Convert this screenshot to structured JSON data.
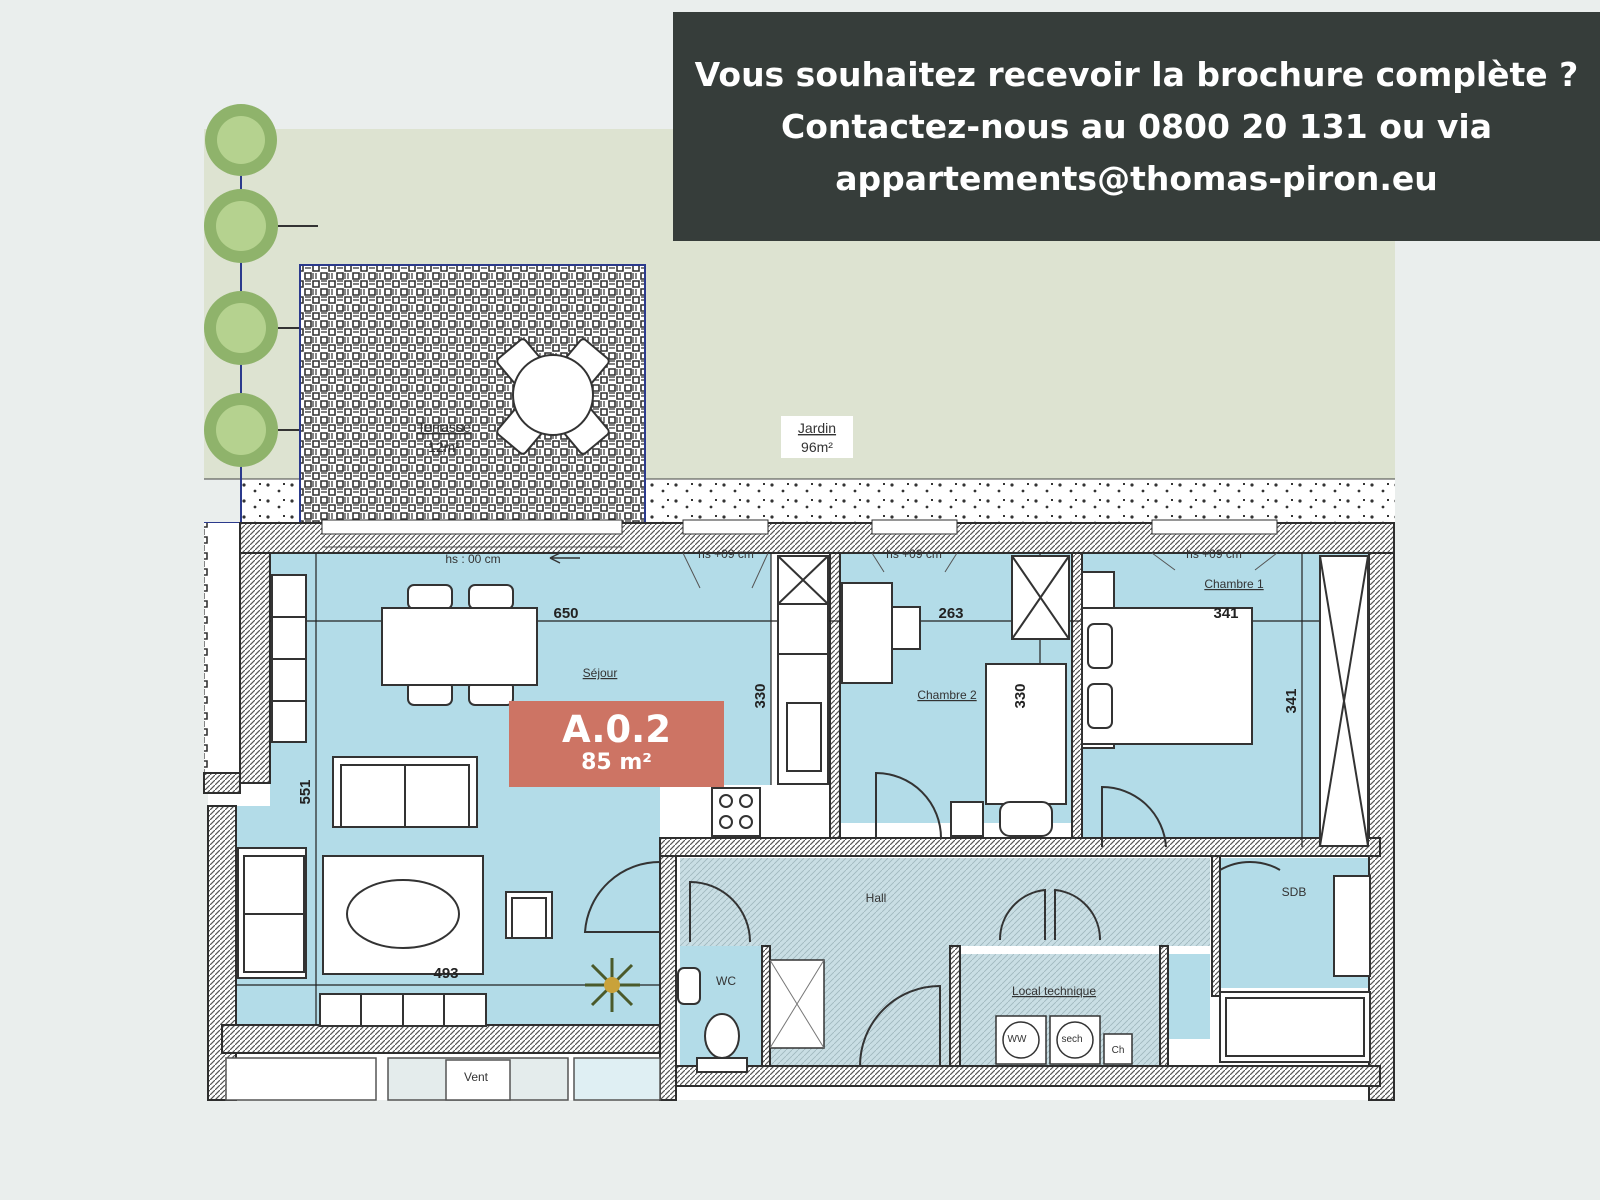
{
  "banner": {
    "line1": "Vous souhaitez recevoir la brochure complète ?",
    "line2": "Contactez-nous au 0800 20 131 ou via",
    "line3": "appartements@thomas-piron.eu"
  },
  "unit_badge": {
    "name": "A.0.2",
    "area": "85 m²"
  },
  "rooms": {
    "terrasse": {
      "label": "Terrasse",
      "area": "12m²"
    },
    "jardin": {
      "label": "Jardin",
      "area": "96m²"
    },
    "sejour": {
      "label": "Séjour"
    },
    "chambre1": {
      "label": "Chambre 1"
    },
    "chambre2": {
      "label": "Chambre 2"
    },
    "hall": {
      "label": "Hall"
    },
    "sdb": {
      "label": "SDB"
    },
    "wc": {
      "label": "WC"
    },
    "local_technique": {
      "label": "Local technique"
    },
    "vent": {
      "label": "Vent"
    }
  },
  "dimensions": {
    "d650": "650",
    "d263": "263",
    "d341_top": "341",
    "d330_a": "330",
    "d330_b": "330",
    "d341_side": "341",
    "d551": "551",
    "d493": "493"
  },
  "window_notes": {
    "hs1": "hs : 00 cm",
    "hs2": "hs +09 cm",
    "hs3": "hs +09 cm",
    "hs4": "hs +09 cm"
  },
  "equipment": {
    "ww": "WW",
    "sech": "sech",
    "ch": "Ch"
  },
  "colors": {
    "banner_bg": "#363d3a",
    "badge_bg": "#cd7464",
    "room_blue": "#b3dce8",
    "garden_green": "#dde3d1",
    "wall": "#2e2e2e",
    "page_bg": "#eaeeed"
  }
}
